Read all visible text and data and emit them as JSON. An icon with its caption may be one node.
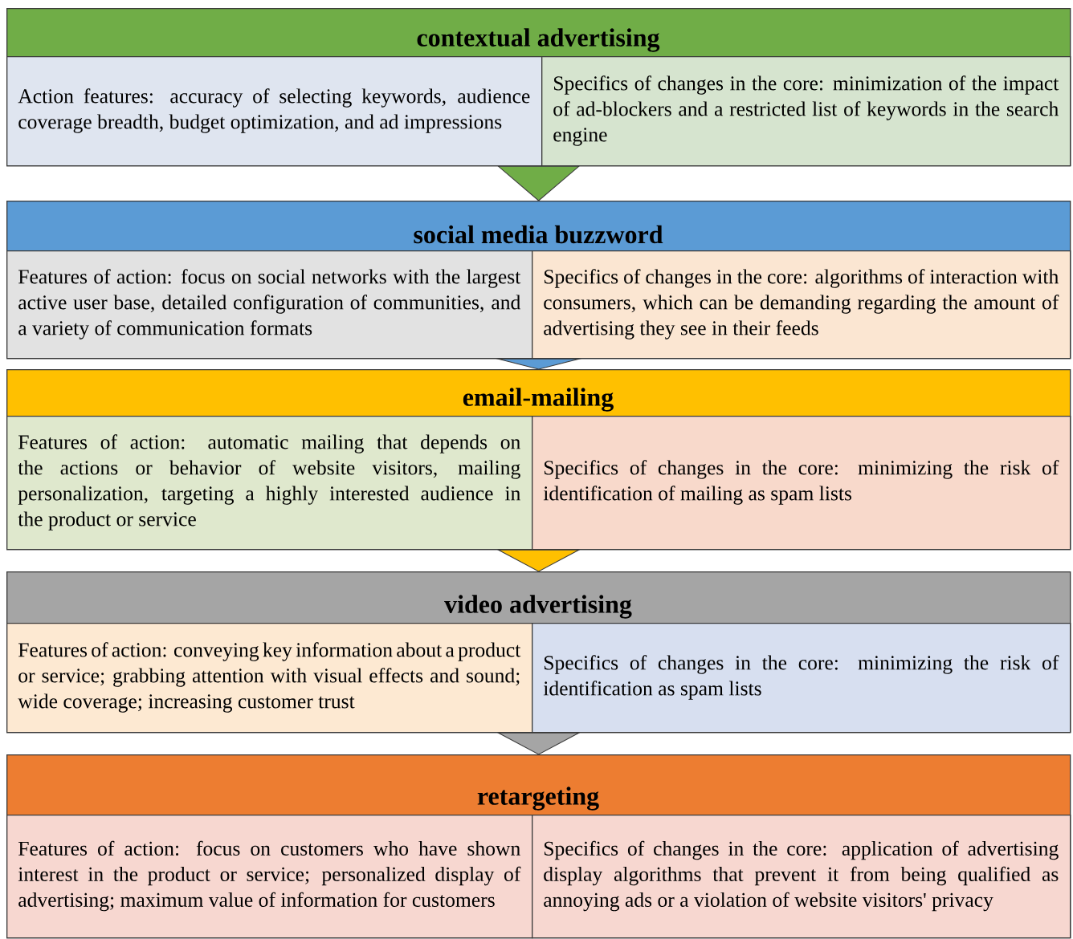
{
  "diagram": {
    "nodes": [
      {
        "text": [
          "contextual advertising"
        ]
      },
      {
        "text": [
          "Action features: accuracy of selecting keywords, audience coverage breadth, budget optimization, and ad impressions"
        ],
        "in": 0
      },
      {
        "text": [
          "Specifics of changes in the core: minimization of the impact of ad-blockers and a restricted list of keywords in the search engine"
        ],
        "in": 0
      },
      {
        "text": [
          "social media buzzword"
        ]
      },
      {
        "text": [
          "Features of action: focus on social networks with the largest active user base, detailed configuration of communities, and a variety of communication formats"
        ],
        "in": 3
      },
      {
        "text": [
          "Specifics of changes in the core: algorithms of interaction with consumers, which can be demanding regarding the amount of advertising they see in their feeds"
        ],
        "in": 3
      },
      {
        "text": [
          "email-mailing"
        ]
      },
      {
        "text": [
          "Features of action: automatic mailing that depends on the actions or behavior of website visitors, mailing personalization, targeting a highly interested audience in the product or service"
        ],
        "in": 6
      },
      {
        "text": [
          "Specifics of changes in the core: minimizing the risk of identification of mailing as spam lists"
        ],
        "in": 6
      },
      {
        "text": [
          "video advertising"
        ]
      },
      {
        "text": [
          "Features of action: conveying key information about a product or service; grabbing attention with visual effects and sound; wide coverage; increasing customer trust"
        ],
        "in": 9
      },
      {
        "text": [
          "Specifics of changes in the core: minimizing the risk of identification as spam lists"
        ],
        "in": 9
      },
      {
        "text": [
          "retargeting"
        ]
      },
      {
        "text": [
          "Features of action: focus on customers who have shown interest in the product or service; personalized display of advertising; maximum value of information for customers"
        ],
        "in": 12
      },
      {
        "text": [
          "Specifics of changes in the core: application of advertising display algorithms that prevent it from being qualified as annoying ads or a violation of website visitors' privacy"
        ],
        "in": 12
      }
    ],
    "edges": [
      {
        "from": 0,
        "to": 3,
        "arrow": "to",
        "color": "#70ad47"
      },
      {
        "from": 3,
        "to": 6,
        "arrow": "to",
        "color": "#5b9bd5"
      },
      {
        "from": 6,
        "to": 9,
        "arrow": "to",
        "color": "#ffc000"
      },
      {
        "from": 9,
        "to": 12,
        "arrow": "to",
        "color": "#a5a5a5"
      }
    ]
  }
}
